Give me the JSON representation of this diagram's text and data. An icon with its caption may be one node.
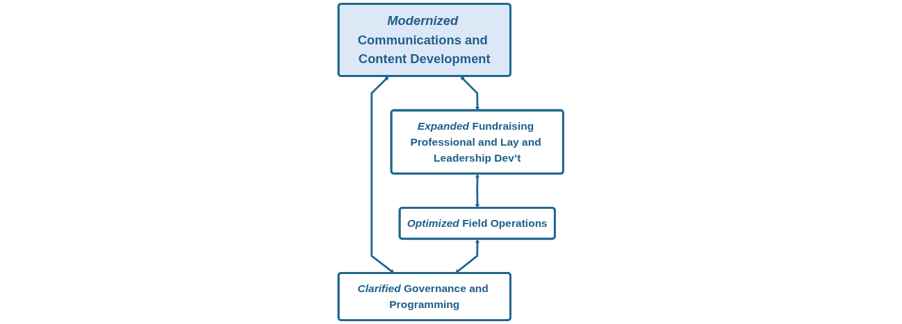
{
  "diagram": {
    "nodes": [
      {
        "text": [
          "*Modernized* Communications and Content Development"
        ]
      },
      {
        "text": [
          "*Expanded* Fundraising Professional and Lay and Leadership Dev’t"
        ]
      },
      {
        "text": [
          "*Optimized* Field Operations"
        ]
      },
      {
        "text": [
          "*Clarified* Governance and Programming"
        ]
      }
    ],
    "edges": [
      {
        "from": 0,
        "to": 1,
        "arrow": "both"
      },
      {
        "from": 0,
        "to": 3,
        "arrow": "both"
      },
      {
        "from": 1,
        "to": 2,
        "arrow": "both"
      },
      {
        "from": 2,
        "to": 3,
        "arrow": "both"
      }
    ]
  }
}
